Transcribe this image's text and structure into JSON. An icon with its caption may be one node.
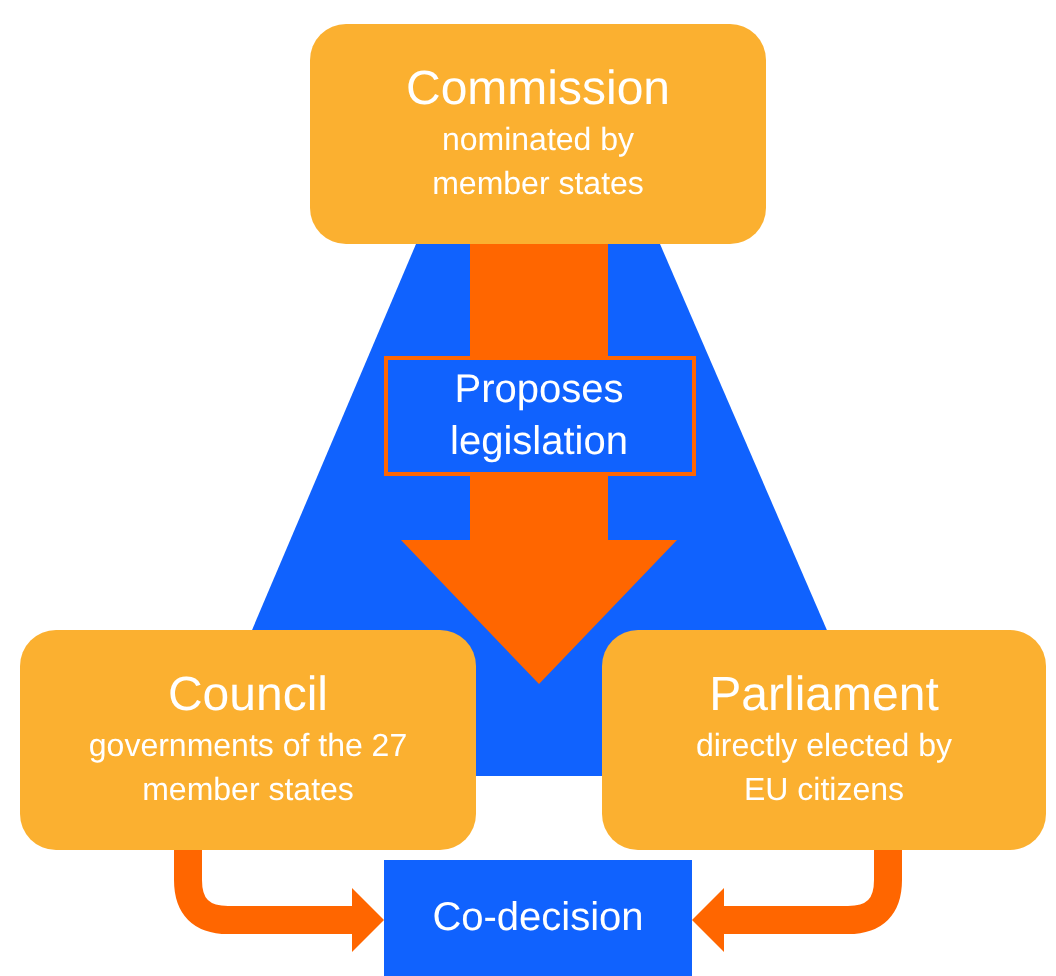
{
  "diagram": {
    "nodes": [
      {
        "text": [
          "Commission",
          "nominated by member states"
        ]
      },
      {
        "text": [
          "Council",
          "governments of the 27 member states"
        ]
      },
      {
        "text": [
          "Parliament",
          "directly elected by EU citizens"
        ]
      },
      {
        "text": [
          "Co-decision"
        ]
      }
    ],
    "edges": [
      {
        "from": 0,
        "to": null,
        "arrow": "to",
        "style": "thick",
        "label": "Proposes legislation"
      },
      {
        "from": 1,
        "to": 3,
        "arrow": "to"
      },
      {
        "from": 2,
        "to": 3,
        "arrow": "to"
      }
    ]
  }
}
